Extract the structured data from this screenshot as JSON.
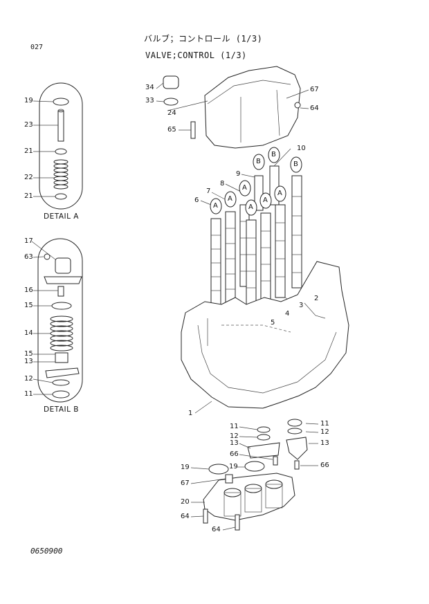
{
  "header": {
    "page_number": "027",
    "title_jp": "バルブ；コントロール (1/3)",
    "title_en": "VALVE;CONTROL (1/3)"
  },
  "detail_a": {
    "caption": "DETAIL A",
    "labels": [
      "19",
      "23",
      "21",
      "22",
      "21"
    ]
  },
  "detail_b": {
    "caption": "DETAIL B",
    "labels": [
      "17",
      "63",
      "16",
      "15",
      "14",
      "15",
      "13",
      "12",
      "11"
    ]
  },
  "main": {
    "upper_labels": [
      "34",
      "33",
      "24",
      "65",
      "67",
      "64",
      "10",
      "9",
      "8",
      "7",
      "6",
      "3",
      "2",
      "4",
      "5",
      "1"
    ],
    "spool_tags": [
      "A",
      "A",
      "A",
      "A",
      "A",
      "A",
      "B",
      "B",
      "B"
    ],
    "lower_labels": [
      "11",
      "12",
      "13",
      "66",
      "11",
      "12",
      "13",
      "66",
      "19",
      "19",
      "67",
      "20",
      "64",
      "64"
    ]
  },
  "footer": {
    "code": "0650900"
  }
}
